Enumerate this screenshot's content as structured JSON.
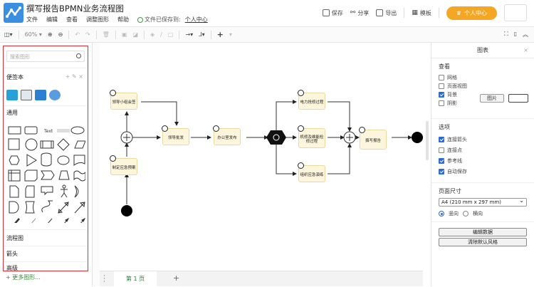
{
  "app": {
    "title": "撰写报告BPMN业务流程图",
    "menu": [
      "文件",
      "编辑",
      "查看",
      "调整图形",
      "帮助"
    ],
    "save_status": "文件已保存到:",
    "save_location": "个人中心",
    "actions": {
      "save": "保存",
      "share": "分享",
      "export": "导出",
      "template": "模板"
    },
    "vip_button": "个人中心",
    "brand_color": "#3b8fe0",
    "accent_color": "#f5a623"
  },
  "toolbar": {
    "zoom_level": "60%",
    "icons": [
      "layout-icon",
      "zoom-in-icon",
      "zoom-out-icon",
      "undo-icon",
      "redo-icon",
      "delete-icon",
      "to-front-icon",
      "to-back-icon",
      "fill-color-icon",
      "line-color-icon",
      "shadow-icon",
      "connector-icon",
      "waypoint-icon",
      "insert-icon",
      "fullscreen-icon",
      "format-panel-icon",
      "collapse-icon"
    ]
  },
  "left_panel": {
    "search_placeholder": "搜索图形",
    "sections": {
      "scratchpad": "便签本",
      "general": "通用",
      "flowchart": "流程图",
      "arrows": "箭头",
      "advanced": "高级"
    },
    "text_shape_label": "Text",
    "more_shapes": "+ 更多图形..."
  },
  "diagram": {
    "tasks": [
      {
        "id": "t1",
        "label": "领导小组会签"
      },
      {
        "id": "t2",
        "label": "制定应急预案"
      },
      {
        "id": "t3",
        "label": "领导批发"
      },
      {
        "id": "t4",
        "label": "办公室发布"
      },
      {
        "id": "t5",
        "label": "电力抢修过程"
      },
      {
        "id": "t6",
        "label": "机修及维能检修过程"
      },
      {
        "id": "t7",
        "label": "组织应急演练"
      },
      {
        "id": "t8",
        "label": "撰写报告"
      }
    ]
  },
  "bottom": {
    "page_tab": "第 1 页",
    "add_page": "+"
  },
  "right_panel": {
    "title": "图表",
    "view_section": "查看",
    "view_options": [
      {
        "label": "网格",
        "checked": false
      },
      {
        "label": "页面视图",
        "checked": false
      },
      {
        "label": "背景",
        "checked": true
      },
      {
        "label": "阴影",
        "checked": false
      }
    ],
    "image_button": "图片",
    "options_section": "选项",
    "options": [
      {
        "label": "连接箭头",
        "checked": true
      },
      {
        "label": "连接点",
        "checked": false
      },
      {
        "label": "参考线",
        "checked": true
      },
      {
        "label": "自动保存",
        "checked": true
      }
    ],
    "page_size_label": "页面尺寸",
    "page_size_value": "A4 (210 mm x 297 mm)",
    "orientation": [
      {
        "label": "竖向",
        "selected": true
      },
      {
        "label": "横向",
        "selected": false
      }
    ],
    "edit_data_button": "编辑数据",
    "clear_style_button": "清除默认风格"
  }
}
